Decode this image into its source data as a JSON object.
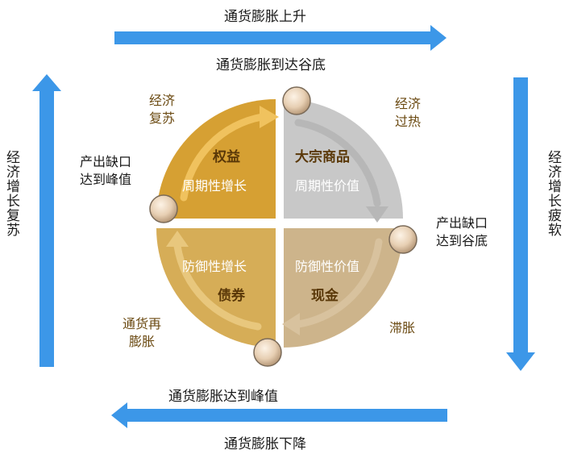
{
  "arrows": {
    "top": "通货膨胀上升",
    "top_inner": "通货膨胀到达谷底",
    "bottom_inner": "通货膨胀达到峰值",
    "bottom": "通货膨胀下降",
    "left": "经济增长复苏",
    "right": "经济增长疲软"
  },
  "phases": {
    "recovery": [
      "经济",
      "复苏"
    ],
    "overheat": [
      "经济",
      "过热"
    ],
    "stagflation": "滞胀",
    "reflation": [
      "通货再",
      "膨胀"
    ]
  },
  "gaps": {
    "peak": [
      "产出缺口",
      "达到峰值"
    ],
    "trough": [
      "产出缺口",
      "达到谷底"
    ]
  },
  "quadrants": {
    "top_left": {
      "title": "权益",
      "subtitle": "周期性增长",
      "color": "#D6A033"
    },
    "top_right": {
      "title": "大宗商品",
      "subtitle": "周期性价值",
      "color": "#C8C8C8"
    },
    "bottom_left": {
      "title": "债券",
      "subtitle": "防御性增长",
      "color": "#D6AD57"
    },
    "bottom_right": {
      "title": "现金",
      "subtitle": "防御性价值",
      "color": "#CDB48B"
    }
  },
  "colors": {
    "arrow": "#3C97E8"
  }
}
